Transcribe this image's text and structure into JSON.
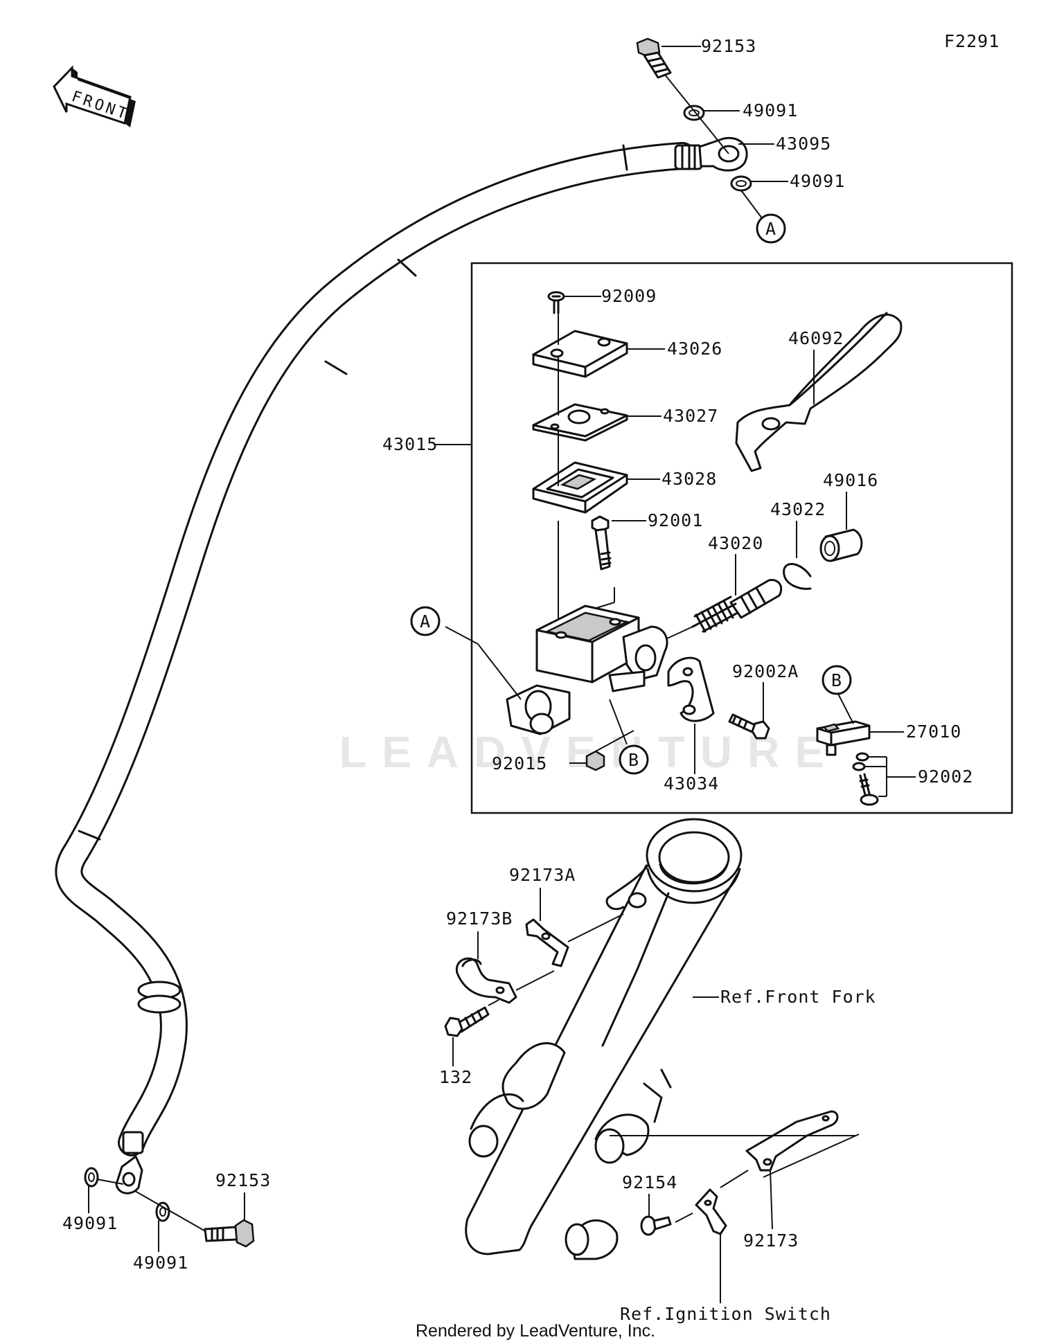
{
  "diagram_code": "F2291",
  "front_arrow_text": "FRONT",
  "watermark": "LEADVENTURE",
  "footer": "Rendered by LeadVenture, Inc.",
  "callouts": {
    "A_top": "A",
    "A_box": "A",
    "B_box_left": "B",
    "B_box_right": "B"
  },
  "labels": {
    "p92153_top": "92153",
    "p49091_top1": "49091",
    "p43095": "43095",
    "p49091_top2": "49091",
    "p92009": "92009",
    "p43026": "43026",
    "p46092": "46092",
    "p43027": "43027",
    "p43015": "43015",
    "p43028": "43028",
    "p49016": "49016",
    "p43022": "43022",
    "p92001": "92001",
    "p43020": "43020",
    "p92002A": "92002A",
    "p27010": "27010",
    "p92015": "92015",
    "p43034": "43034",
    "p92002": "92002",
    "p92173A": "92173A",
    "p92173B": "92173B",
    "ref_front_fork": "Ref.Front Fork",
    "p132": "132",
    "p92153_bottom": "92153",
    "p92154": "92154",
    "p49091_bottom1": "49091",
    "p49091_bottom2": "49091",
    "p92173": "92173",
    "ref_ignition": "Ref.Ignition Switch"
  }
}
